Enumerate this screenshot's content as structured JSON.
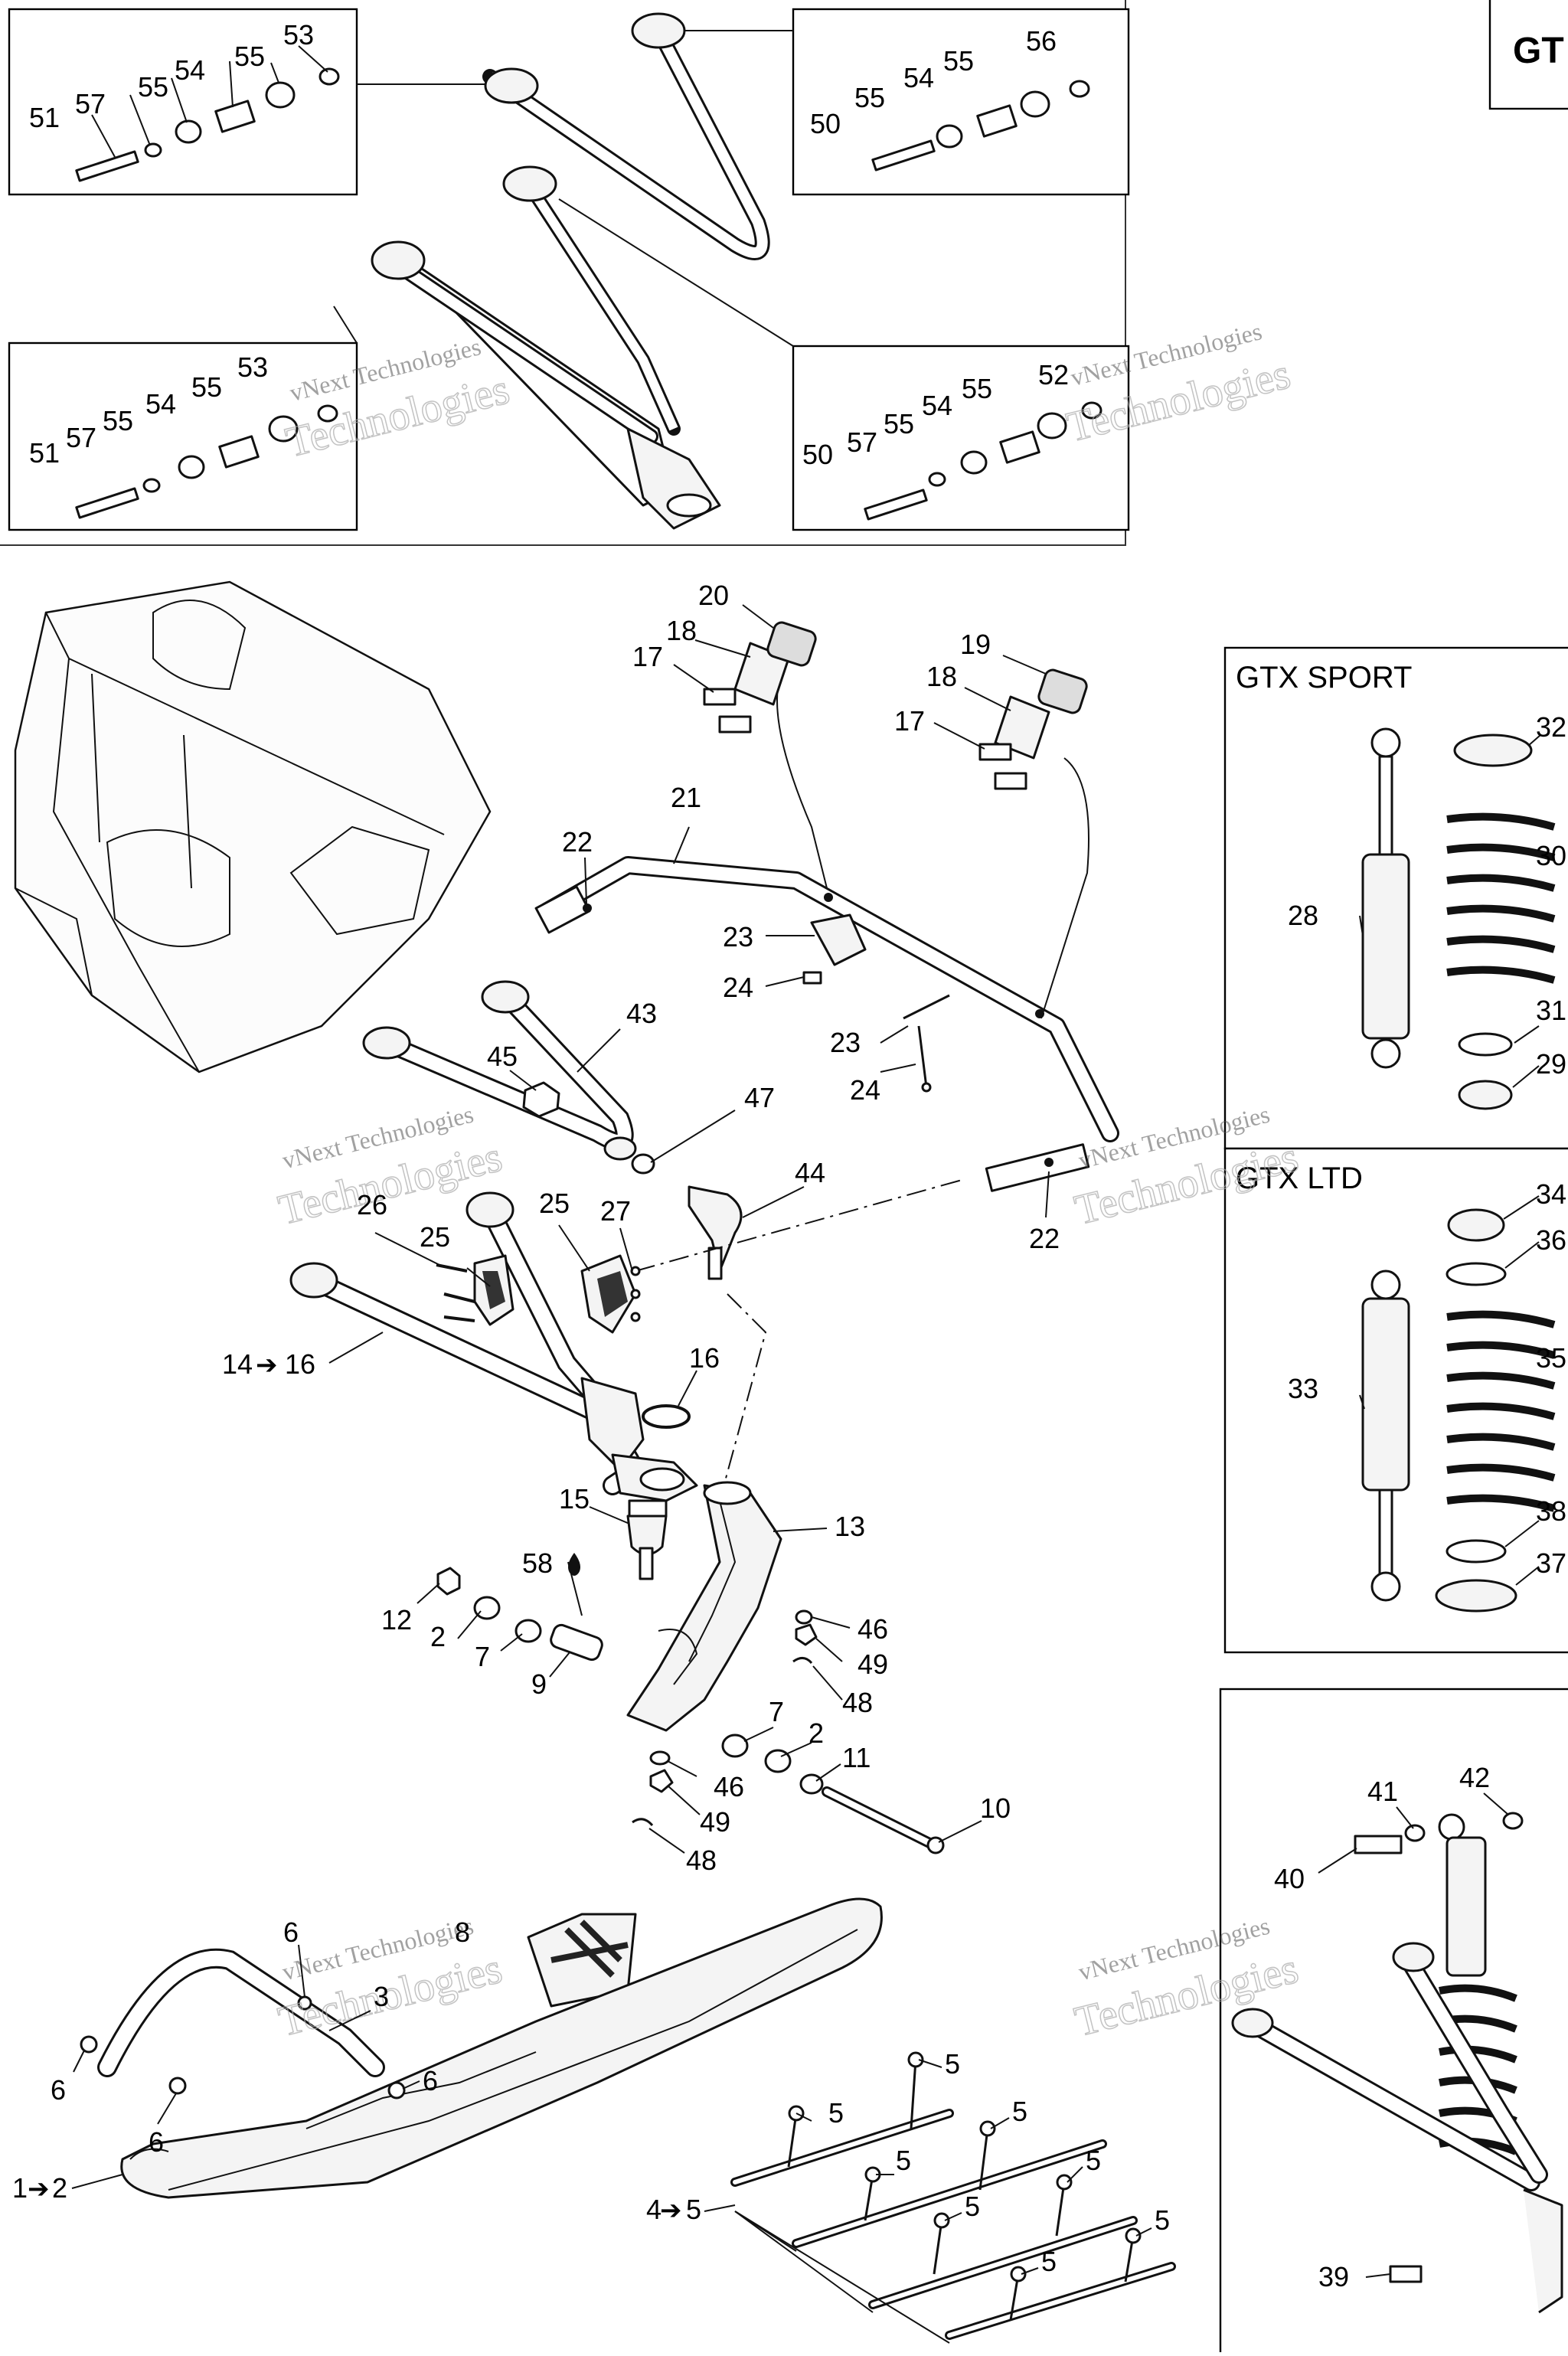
{
  "corner_label": "GT",
  "watermark": {
    "line1": "vNext Technologies",
    "line2": "Technologies"
  },
  "sections": {
    "gtx_sport": "GTX SPORT",
    "gtx_ltd": "GTX LTD"
  },
  "callouts": {
    "c53a": "53",
    "c55a": "55",
    "c54a": "54",
    "c55b": "55",
    "c57a": "57",
    "c51a": "51",
    "c56": "56",
    "c55c": "55",
    "c54b": "54",
    "c55d": "55",
    "c50a": "50",
    "c53b": "53",
    "c55e": "55",
    "c54c": "54",
    "c55f": "55",
    "c57b": "57",
    "c51b": "51",
    "c52": "52",
    "c55g": "55",
    "c54d": "54",
    "c55h": "55",
    "c57c": "57",
    "c50b": "50",
    "c20": "20",
    "c18a": "18",
    "c17a": "17",
    "c19": "19",
    "c18b": "18",
    "c17b": "17",
    "c21": "21",
    "c22a": "22",
    "c23a": "23",
    "c24a": "24",
    "c23b": "23",
    "c24b": "24",
    "c43": "43",
    "c45": "45",
    "c47": "47",
    "c44": "44",
    "c22b": "22",
    "c26": "26",
    "c25a": "25",
    "c25b": "25",
    "c27": "27",
    "c14": "14",
    "c16a": "16",
    "c16b": "16",
    "c15": "15",
    "c13": "13",
    "c58": "58",
    "c12": "12",
    "c2a": "2",
    "c7a": "7",
    "c9": "9",
    "c46a": "46",
    "c49a": "49",
    "c48a": "48",
    "c7b": "7",
    "c2b": "2",
    "c11": "11",
    "c46b": "46",
    "c49b": "49",
    "c48b": "48",
    "c10": "10",
    "c8": "8",
    "c6a": "6",
    "c3": "3",
    "c6b": "6",
    "c6c": "6",
    "c6d": "6",
    "c1": "1",
    "c2c": "2",
    "c4": "4",
    "c5a": "5",
    "c5b": "5",
    "c5c": "5",
    "c5d": "5",
    "c5e": "5",
    "c5f": "5",
    "c5g": "5",
    "c5h": "5",
    "c5i": "5",
    "c32": "32",
    "c30": "30",
    "c28": "28",
    "c31": "31",
    "c29": "29",
    "c34": "34",
    "c36": "36",
    "c33": "33",
    "c35": "35",
    "c38": "38",
    "c37": "37",
    "c41": "41",
    "c42": "42",
    "c40": "40",
    "c39": "39"
  }
}
